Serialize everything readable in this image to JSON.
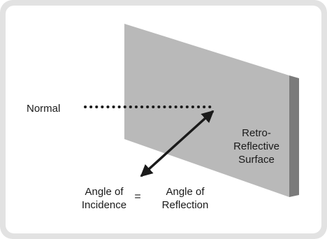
{
  "labels": {
    "normal": "Normal",
    "surface_line1": "Retro-",
    "surface_line2": "Reflective",
    "surface_line3": "Surface",
    "incidence_line1": "Angle of",
    "incidence_line2": "Incidence",
    "equals": "=",
    "reflection_line1": "Angle of",
    "reflection_line2": "Reflection"
  },
  "colors": {
    "frame": "#e2e2e2",
    "panel": "#ffffff",
    "surface_face": "#b9b9b9",
    "surface_edge": "#7b7b7b",
    "lines": "#1a1a1a"
  }
}
